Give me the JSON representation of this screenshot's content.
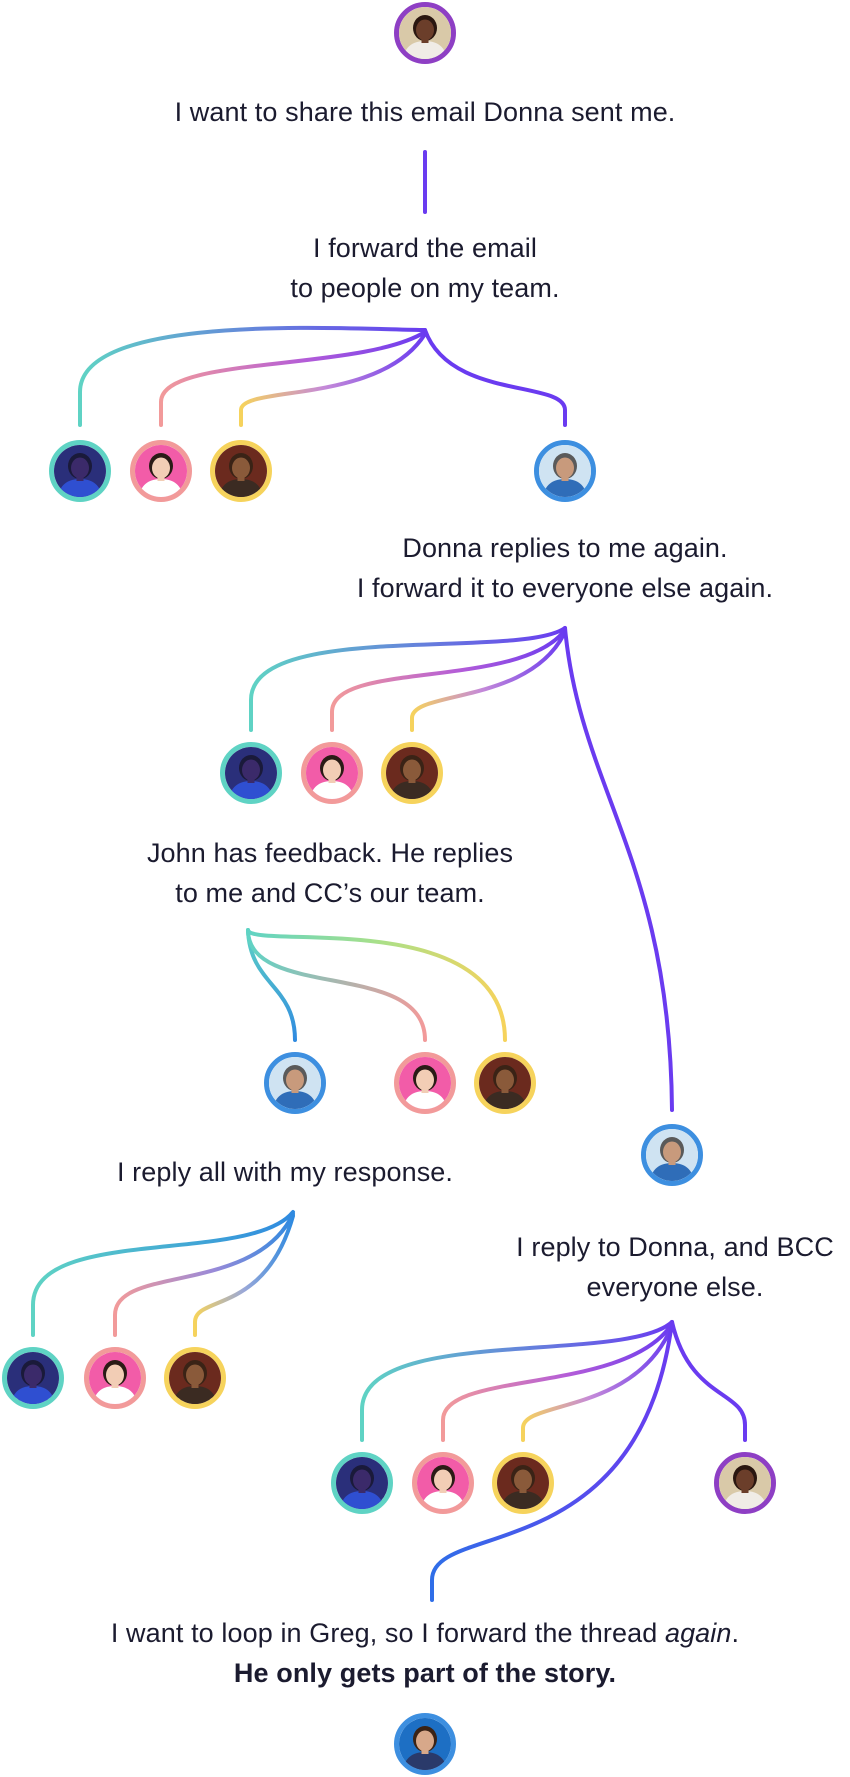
{
  "captions": {
    "c1": "I want to share this email Donna sent me.",
    "c2a": "I forward the email",
    "c2b": "to people on my team.",
    "c3a": "Donna replies to me again.",
    "c3b": "I forward it to everyone else again.",
    "c4a": "John has feedback. He replies",
    "c4b": "to me and CC’s our team.",
    "c5": "I reply all with my response.",
    "c6a": "I reply to Donna, and BCC",
    "c6b": "everyone else.",
    "c7_pre": "I want to loop in Greg, so I forward the thread ",
    "c7_em": "again",
    "c7_post": ".",
    "c7b": "He only gets part of the story."
  },
  "people": {
    "donna": {
      "ring": "#8e3fc4",
      "skin": "#6b3e2a",
      "hair": "#2a1710",
      "shirt": "#f0ece6",
      "bg": "#d9c9a8"
    },
    "john": {
      "ring": "#5fd3c4",
      "skin": "#3b2a6a",
      "hair": "#1a1a3a",
      "shirt": "#2f4fd1",
      "bg": "#2a2f7a"
    },
    "amy": {
      "ring": "#f29a9a",
      "skin": "#f2cdb5",
      "hair": "#2a1b16",
      "shirt": "#ffffff",
      "bg": "#f25ca8"
    },
    "rosa": {
      "ring": "#f6d35c",
      "skin": "#8a5a3a",
      "hair": "#3a2316",
      "shirt": "#3b2b22",
      "bg": "#6b2a1e"
    },
    "me": {
      "ring": "#3d8fe0",
      "skin": "#c89a7c",
      "hair": "#5a5a5a",
      "shirt": "#2f6db8",
      "bg": "#cfe3f2"
    },
    "greg": {
      "ring": "#3d8fe0",
      "skin": "#d7a88a",
      "hair": "#3a2316",
      "shirt": "#2a3a6a",
      "bg": "#1d6fc4"
    }
  },
  "colors": {
    "purple": "#6a3bf0",
    "teal": "#5fd3c4",
    "coral": "#f29a9a",
    "yellow": "#f6d35c",
    "blue": "#2f8ae0",
    "violet": "#8e3fc4"
  }
}
